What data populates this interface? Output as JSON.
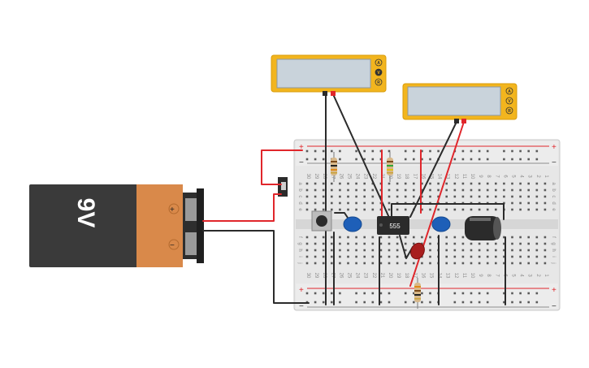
{
  "battery": {
    "label": "9V",
    "plus_sign": "+",
    "minus_sign": "−"
  },
  "timer_ic": {
    "label": "555"
  },
  "multimeters": [
    {
      "modes": [
        "A",
        "V",
        "R"
      ]
    },
    {
      "modes": [
        "A",
        "V",
        "R"
      ]
    }
  ],
  "breadboard": {
    "rail_plus": "+",
    "rail_minus": "−",
    "rows_top": [
      "a",
      "b",
      "c",
      "d",
      "e"
    ],
    "rows_bottom": [
      "f",
      "g",
      "h",
      "i",
      "j"
    ],
    "column_numbers": [
      "30",
      "29",
      "28",
      "27",
      "26",
      "25",
      "24",
      "23",
      "22",
      "21",
      "20",
      "19",
      "18",
      "17",
      "16",
      "15",
      "14",
      "13",
      "12",
      "11",
      "10",
      "9",
      "8",
      "7",
      "6",
      "5",
      "4",
      "3",
      "2",
      "1"
    ]
  },
  "colors": {
    "battery_body": "#3a3a3a",
    "battery_cap": "#d9894a",
    "multimeter_body": "#f2b51e",
    "multimeter_screen": "#c9d3db",
    "breadboard": "#e6e6e6",
    "wire_red": "#e0262b",
    "wire_black": "#2b2b2b",
    "capacitor_blue": "#1e5fb8",
    "led_red": "#a81e1e"
  }
}
